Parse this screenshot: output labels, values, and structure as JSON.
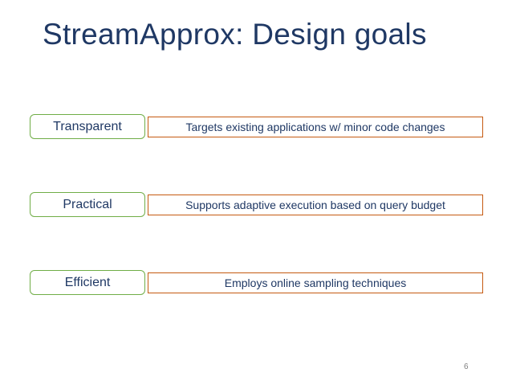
{
  "slide": {
    "title": "StreamApprox: Design goals",
    "page_number": "6"
  },
  "goals": [
    {
      "label": "Transparent",
      "description": "Targets existing applications w/ minor code changes"
    },
    {
      "label": "Practical",
      "description": "Supports adaptive execution based on query budget"
    },
    {
      "label": "Efficient",
      "description": "Employs online sampling techniques"
    }
  ],
  "colors": {
    "title": "#1f3864",
    "label_border": "#70ad47",
    "description_border": "#c55a11"
  }
}
